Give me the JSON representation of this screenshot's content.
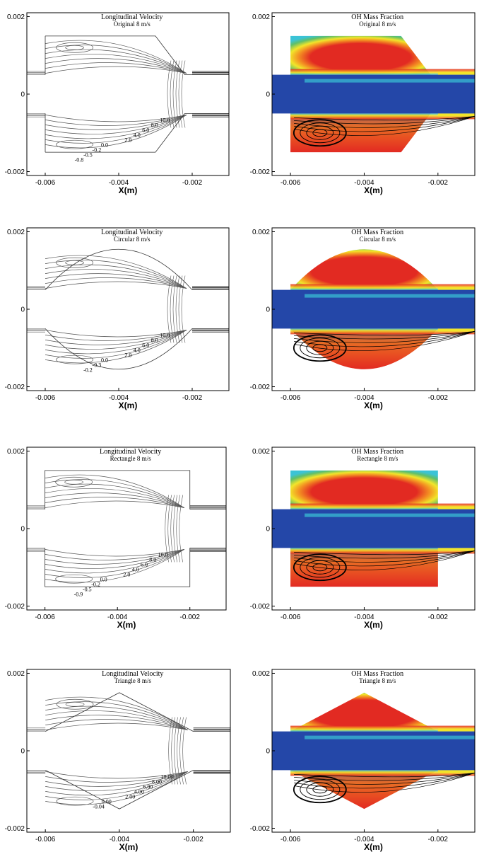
{
  "chart_data": [
    {
      "type": "contour",
      "title": "Longitudinal Velocity",
      "subtitle": "Original 8 m/s",
      "xlabel": "X(m)",
      "ylabel": "",
      "xlim": [
        -0.0065,
        -0.001
      ],
      "ylim": [
        -0.0021,
        0.0021
      ],
      "xticks": [
        "-0.006",
        "-0.004",
        "-0.002"
      ],
      "yticks": [
        "0.002",
        "0",
        "-0.002"
      ],
      "contour_labels": [
        "10.0",
        "8.0",
        "6.0",
        "4.0",
        "2.0",
        "0.0",
        "-0.2",
        "-0.5",
        "-0.8"
      ],
      "chamber_shape": "original"
    },
    {
      "type": "heatmap",
      "title": "OH Mass Fraction",
      "subtitle": "Original 8 m/s",
      "xlabel": "X(m)",
      "ylabel": "",
      "xlim": [
        -0.0065,
        -0.001
      ],
      "ylim": [
        -0.0021,
        0.0021
      ],
      "xticks": [
        "-0.006",
        "-0.004",
        "-0.002"
      ],
      "yticks": [
        "0.002",
        "0",
        "-0.002"
      ],
      "chamber_shape": "original"
    },
    {
      "type": "contour",
      "title": "Longitudinal Velocity",
      "subtitle": "Circular 8 m/s",
      "xlabel": "X(m)",
      "ylabel": "",
      "xlim": [
        -0.0065,
        -0.001
      ],
      "ylim": [
        -0.0021,
        0.0021
      ],
      "xticks": [
        "-0.006",
        "-0.004",
        "-0.002"
      ],
      "yticks": [
        "0.002",
        "0",
        "-0.002"
      ],
      "contour_labels": [
        "10.0",
        "8.0",
        "6.0",
        "4.0",
        "2.0",
        "0.0",
        "-0.3",
        "-0.2"
      ],
      "chamber_shape": "circular"
    },
    {
      "type": "heatmap",
      "title": "OH Mass Fraction",
      "subtitle": "Circular 8 m/s",
      "xlabel": "X(m)",
      "ylabel": "",
      "xlim": [
        -0.0065,
        -0.001
      ],
      "ylim": [
        -0.0021,
        0.0021
      ],
      "xticks": [
        "-0.006",
        "-0.004",
        "-0.002"
      ],
      "yticks": [
        "0.002",
        "0",
        "-0.002"
      ],
      "chamber_shape": "circular"
    },
    {
      "type": "contour",
      "title": "Longitudinal Velocity",
      "subtitle": "Rectangle 8 m/s",
      "xlabel": "X(m)",
      "ylabel": "",
      "xlim": [
        -0.0065,
        -0.001
      ],
      "ylim": [
        -0.0021,
        0.0021
      ],
      "xticks": [
        "-0.006",
        "-0.004",
        "-0.002"
      ],
      "yticks": [
        "0.002",
        "0",
        "-0.002"
      ],
      "contour_labels": [
        "10.0",
        "8.0",
        "6.0",
        "4.0",
        "2.0",
        "0.0",
        "-0.2",
        "-0.5",
        "-0.9"
      ],
      "chamber_shape": "rectangle"
    },
    {
      "type": "heatmap",
      "title": "OH Mass Fraction",
      "subtitle": "Rectangle 8 m/s",
      "xlabel": "X(m)",
      "ylabel": "",
      "xlim": [
        -0.0065,
        -0.001
      ],
      "ylim": [
        -0.0021,
        0.0021
      ],
      "xticks": [
        "-0.006",
        "-0.004",
        "-0.002"
      ],
      "yticks": [
        "0.002",
        "0",
        "-0.002"
      ],
      "chamber_shape": "rectangle"
    },
    {
      "type": "contour",
      "title": "Longitudinal Velocity",
      "subtitle": "Triangle 8 m/s",
      "xlabel": "X(m)",
      "ylabel": "",
      "xlim": [
        -0.0065,
        -0.001
      ],
      "ylim": [
        -0.0021,
        0.0021
      ],
      "xticks": [
        "-0.006",
        "-0.004",
        "-0.002"
      ],
      "yticks": [
        "0.002",
        "0",
        "-0.002"
      ],
      "contour_labels": [
        "10.00",
        "8.00",
        "6.00",
        "4.00",
        "2.00",
        "0.00",
        "-0.04"
      ],
      "chamber_shape": "triangle"
    },
    {
      "type": "heatmap",
      "title": "OH Mass Fraction",
      "subtitle": "Triangle 8 m/s",
      "xlabel": "X(m)",
      "ylabel": "",
      "xlim": [
        -0.0065,
        -0.001
      ],
      "ylim": [
        -0.0021,
        0.0021
      ],
      "xticks": [
        "-0.006",
        "-0.004",
        "-0.002"
      ],
      "yticks": [
        "0.002",
        "0",
        "-0.002"
      ],
      "chamber_shape": "triangle"
    }
  ],
  "colors": {
    "jet_blue": "#2447a8",
    "jet_cyan": "#3bc3d6",
    "jet_green": "#5fbf6a",
    "jet_yellow": "#f2e52a",
    "jet_orange": "#f39022",
    "jet_red": "#e22a22",
    "line": "#555555",
    "frame": "#000000"
  }
}
